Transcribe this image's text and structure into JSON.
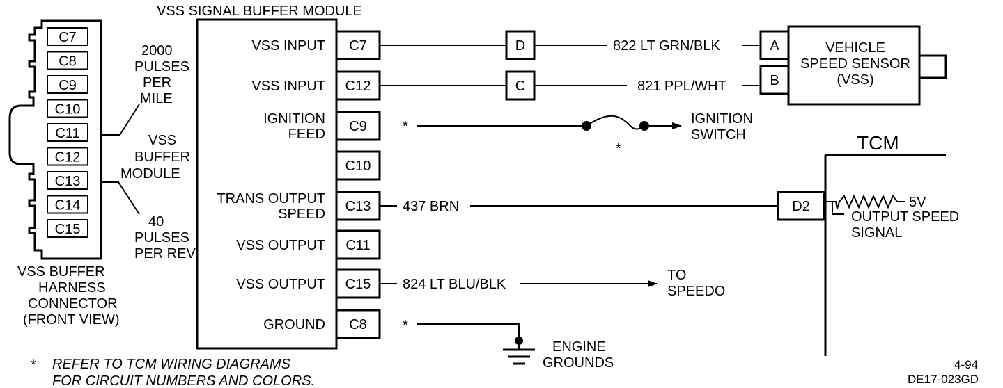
{
  "module_title": "VSS SIGNAL BUFFER MODULE",
  "harness_connector": {
    "pins": [
      "C7",
      "C8",
      "C9",
      "C10",
      "C11",
      "C12",
      "C13",
      "C14",
      "C15"
    ],
    "caption": [
      "VSS BUFFER",
      "HARNESS",
      "CONNECTOR",
      "(FRONT VIEW)"
    ]
  },
  "callouts": {
    "top": [
      "2000",
      "PULSES",
      "PER",
      "MILE"
    ],
    "middle": [
      "VSS",
      "BUFFER",
      "MODULE"
    ],
    "bottom": [
      "40",
      "PULSES",
      "PER REV"
    ]
  },
  "module_pins": [
    {
      "label": [
        "VSS INPUT"
      ],
      "pin": "C7"
    },
    {
      "label": [
        "VSS INPUT"
      ],
      "pin": "C12"
    },
    {
      "label": [
        "IGNITION",
        "FEED"
      ],
      "pin": "C9"
    },
    {
      "label": [],
      "pin": "C10"
    },
    {
      "label": [
        "TRANS OUTPUT",
        "SPEED"
      ],
      "pin": "C13"
    },
    {
      "label": [
        "VSS OUTPUT"
      ],
      "pin": "C11"
    },
    {
      "label": [
        "VSS OUTPUT"
      ],
      "pin": "C15"
    },
    {
      "label": [
        "GROUND"
      ],
      "pin": "C8"
    }
  ],
  "inline_connectors": [
    "D",
    "C"
  ],
  "wires": {
    "c7": "822 LT GRN/BLK",
    "c12": "821 PPL/WHT",
    "c13": "437 BRN",
    "c15": "824 LT BLU/BLK"
  },
  "asterisk": "*",
  "vss_sensor": {
    "pins": [
      "A",
      "B"
    ],
    "label": [
      "VEHICLE",
      "SPEED SENSOR",
      "(VSS)"
    ]
  },
  "ignition_switch": [
    "IGNITION",
    "SWITCH"
  ],
  "to_speedo": [
    "TO",
    "SPEEDO"
  ],
  "engine_grounds": [
    "ENGINE",
    "GROUNDS"
  ],
  "tcm": {
    "title": "TCM",
    "pin": "D2",
    "voltage": "5V",
    "signal": [
      "OUTPUT SPEED",
      "SIGNAL"
    ]
  },
  "footnote": [
    "REFER TO TCM WIRING DIAGRAMS",
    "FOR CIRCUIT NUMBERS AND COLORS."
  ],
  "ref": [
    "4-94",
    "DE17-023GD"
  ]
}
